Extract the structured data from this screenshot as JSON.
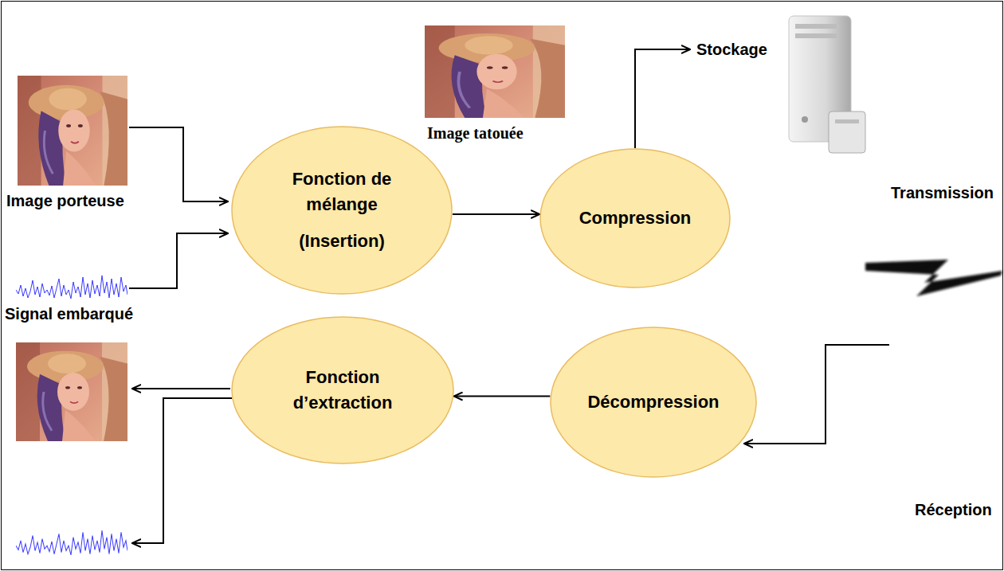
{
  "diagram": {
    "nodes": [
      {
        "text": [
          "Fonction de mélange",
          "(Insertion)"
        ]
      },
      {
        "text": [
          "Compression"
        ]
      },
      {
        "text": [
          "Fonction d’extraction"
        ]
      },
      {
        "text": [
          "Décompression"
        ]
      }
    ],
    "edges": [
      {
        "from": 0,
        "to": 1,
        "arrow": "to"
      },
      {
        "from": 3,
        "to": 2,
        "arrow": "to"
      }
    ],
    "labels": [
      "Image porteuse",
      "Signal embarqué",
      "Image tatouée",
      "Stockage",
      "Transmission",
      "Réception"
    ]
  }
}
